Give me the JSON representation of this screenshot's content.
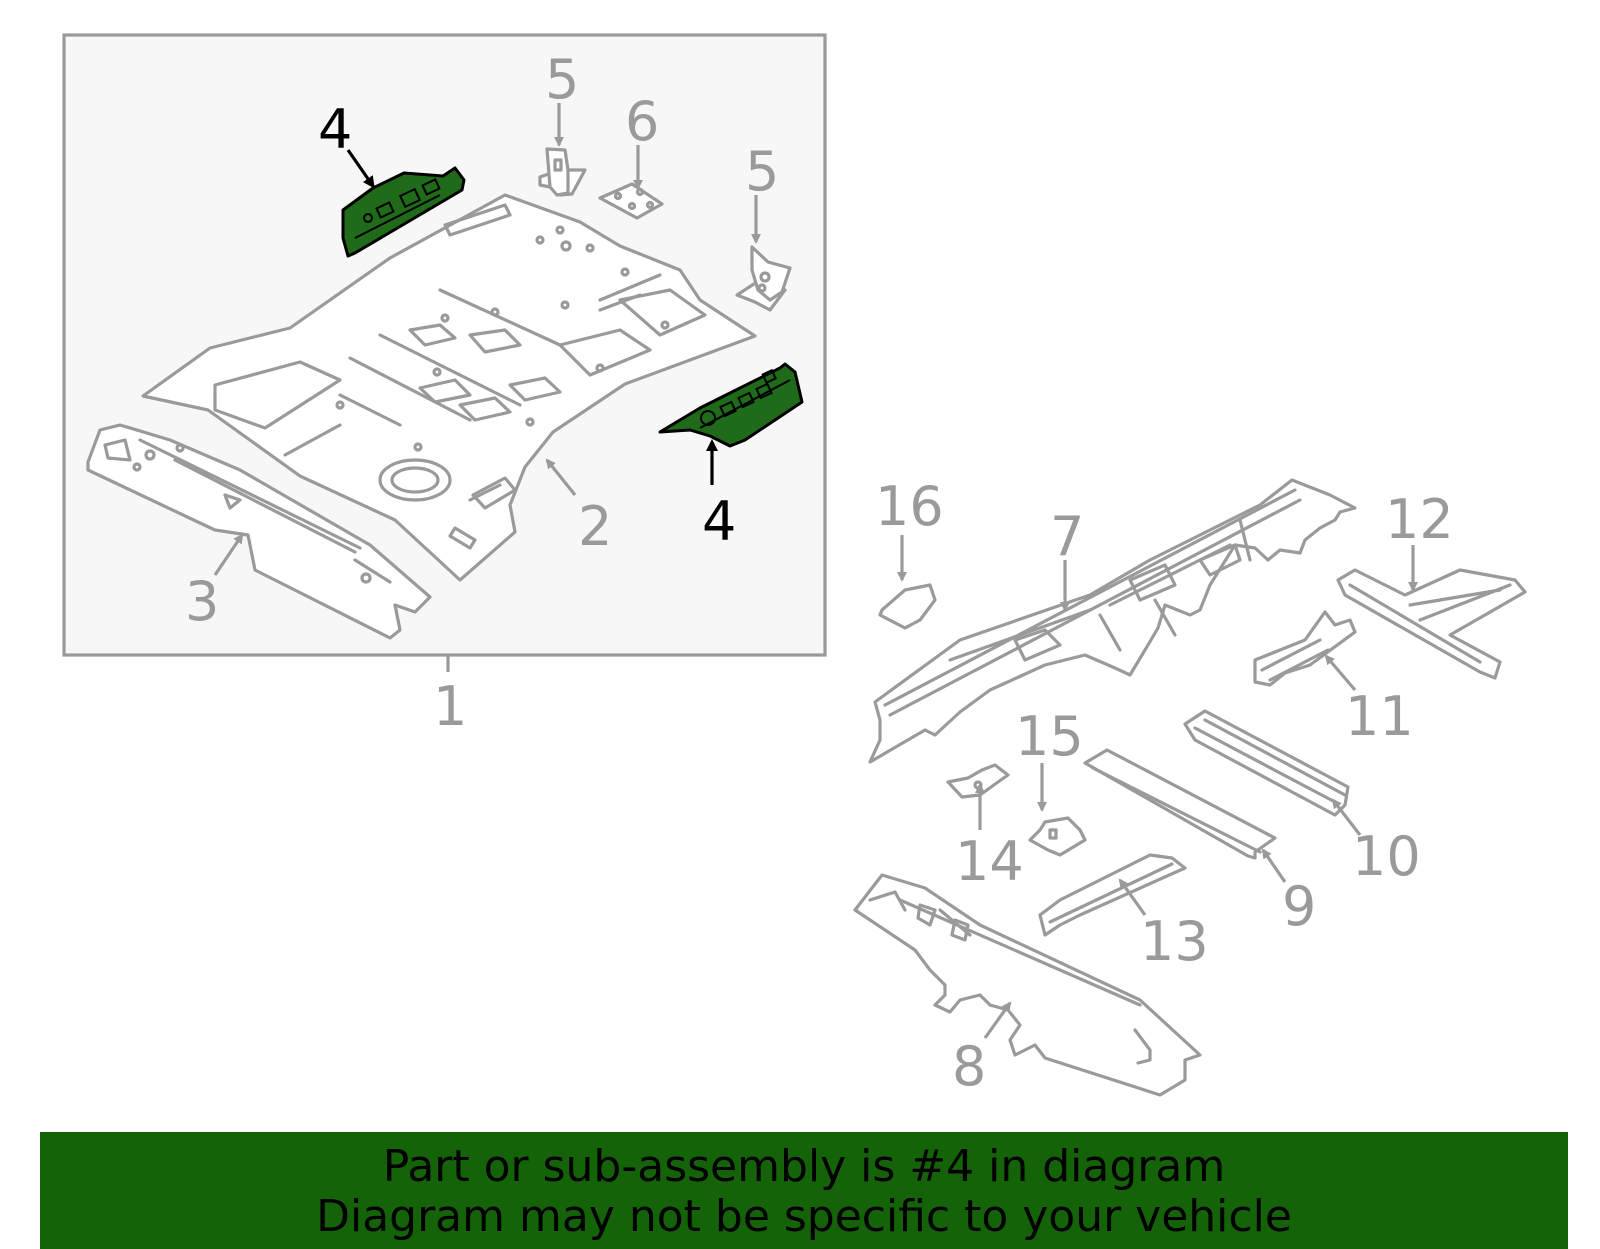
{
  "callouts": {
    "c1": "1",
    "c2": "2",
    "c3": "3",
    "c4a": "4",
    "c4b": "4",
    "c5a": "5",
    "c5b": "5",
    "c6": "6",
    "c7": "7",
    "c8": "8",
    "c9": "9",
    "c10": "10",
    "c11": "11",
    "c12": "12",
    "c13": "13",
    "c14": "14",
    "c15": "15",
    "c16": "16"
  },
  "highlighted_part": "4",
  "colors": {
    "highlight": "#1f6b1a",
    "banner": "#156309",
    "line_grey": "#9a9a9a",
    "assembly_box_bg": "#f7f7f7"
  },
  "banner": {
    "line1": "Part or sub-assembly is #4 in diagram",
    "line2": "Diagram may not be specific to your vehicle"
  }
}
